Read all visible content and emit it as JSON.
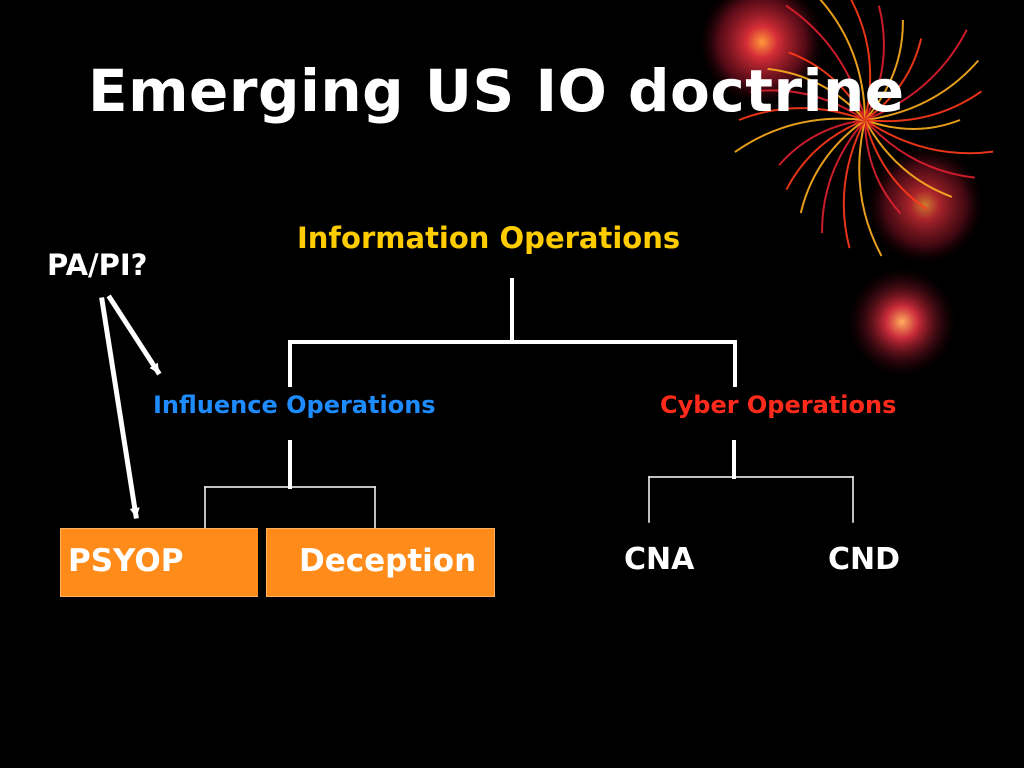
{
  "slide": {
    "title": "Emerging US IO doctrine"
  },
  "nodes": {
    "information_operations": "Information Operations",
    "pa_pi": "PA/PI?",
    "influence_operations": "Influence Operations",
    "cyber_operations": "Cyber Operations",
    "psyop": "PSYOP",
    "deception": "Deception",
    "cna": "CNA",
    "cnd": "CND"
  },
  "colors": {
    "background": "#000000",
    "title": "#ffffff",
    "information_operations": "#ffcc00",
    "influence_operations": "#1e8cff",
    "cyber_operations": "#ff2a1a",
    "box_fill": "#ff8c1a",
    "connector": "#ffffff"
  },
  "edges": [
    {
      "from": "information_operations",
      "to": "influence_operations"
    },
    {
      "from": "information_operations",
      "to": "cyber_operations"
    },
    {
      "from": "influence_operations",
      "to": "psyop"
    },
    {
      "from": "influence_operations",
      "to": "deception"
    },
    {
      "from": "cyber_operations",
      "to": "cna"
    },
    {
      "from": "cyber_operations",
      "to": "cnd"
    },
    {
      "from": "pa_pi",
      "to": "influence_operations",
      "style": "arrow"
    },
    {
      "from": "pa_pi",
      "to": "psyop",
      "style": "arrow"
    }
  ],
  "decor": [
    "fireworks-decoration"
  ]
}
